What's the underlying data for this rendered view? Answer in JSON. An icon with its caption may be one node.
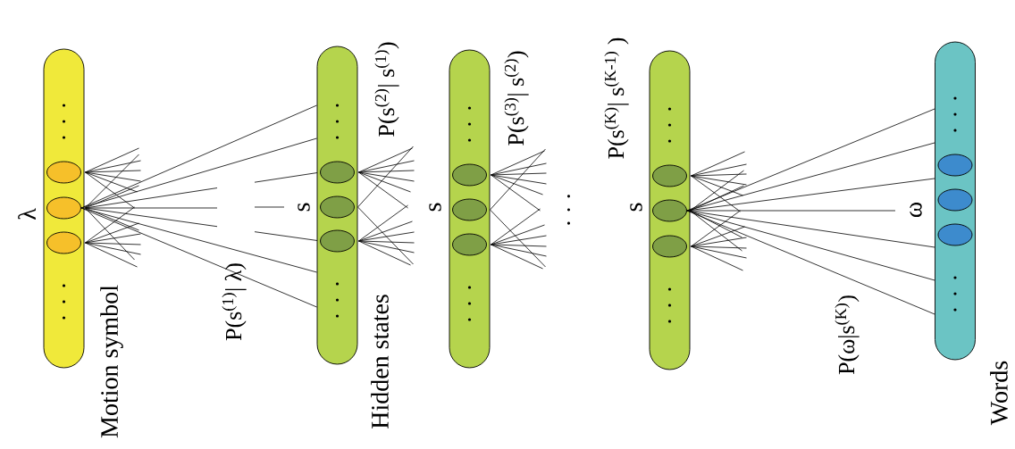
{
  "diagram": {
    "nodes": [
      {
        "text": [
          "Motion symbol"
        ],
        "beside": [
          "λ"
        ]
      },
      {
        "text": [],
        "shape": "ellipse",
        "in": 0
      },
      {
        "text": [],
        "shape": "ellipse",
        "in": 0
      },
      {
        "text": [],
        "shape": "ellipse",
        "in": 0
      },
      {
        "text": [
          "Hidden states"
        ],
        "beside": [
          "s"
        ]
      },
      {
        "text": [],
        "shape": "ellipse",
        "in": 4
      },
      {
        "text": [],
        "shape": "ellipse",
        "in": 4
      },
      {
        "text": [],
        "shape": "ellipse",
        "in": 4
      },
      {
        "text": [],
        "shape": "bar",
        "beside": [
          "s"
        ]
      },
      {
        "text": [],
        "shape": "ellipse",
        "in": 8
      },
      {
        "text": [],
        "shape": "ellipse",
        "in": 8
      },
      {
        "text": [],
        "shape": "ellipse",
        "in": 8
      },
      {
        "text": [],
        "shape": "bar",
        "beside": [
          "s"
        ]
      },
      {
        "text": [],
        "shape": "ellipse",
        "in": 12
      },
      {
        "text": [],
        "shape": "ellipse",
        "in": 12
      },
      {
        "text": [],
        "shape": "ellipse",
        "in": 12
      },
      {
        "text": [
          "Words"
        ],
        "beside": [
          "ω"
        ]
      },
      {
        "text": [],
        "shape": "ellipse",
        "in": 16
      },
      {
        "text": [],
        "shape": "ellipse",
        "in": 16
      },
      {
        "text": [],
        "shape": "ellipse",
        "in": 16
      }
    ],
    "edges": [
      {
        "from": 2,
        "to": 4,
        "arrow": "none"
      },
      {
        "from": 2,
        "to": 4,
        "arrow": "none"
      },
      {
        "from": 2,
        "to": 4,
        "arrow": "none"
      },
      {
        "from": 2,
        "to": 4,
        "arrow": "none"
      },
      {
        "from": 14,
        "to": 16,
        "arrow": "none"
      },
      {
        "from": 14,
        "to": 16,
        "arrow": "none"
      },
      {
        "from": 14,
        "to": 16,
        "arrow": "none"
      },
      {
        "from": 14,
        "to": 16,
        "arrow": "none"
      },
      {
        "from": 14,
        "to": 16,
        "arrow": "none"
      },
      {
        "from": 14,
        "to": 16,
        "arrow": "none"
      }
    ],
    "labels": [
      "P(s$^{(1)}$| λ)",
      "P(s$^{(2)}$| s$^{(1)}$)",
      "P(s$^{(3)}$| s$^{(2)}$)",
      "· · ·",
      "P(s$^{(K)}$| s$^{(K-1)}$ )",
      "P(ω|s$^{(K)}$)"
    ]
  }
}
